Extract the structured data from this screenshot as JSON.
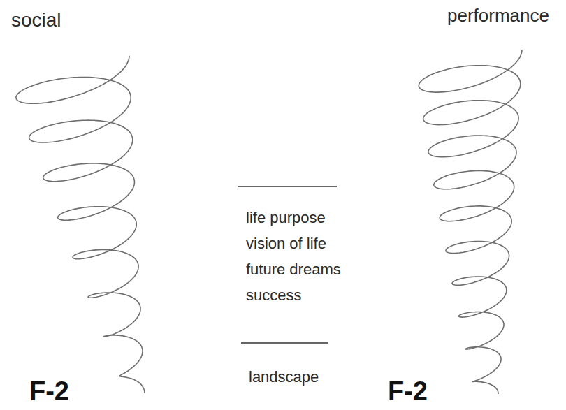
{
  "diagram": {
    "labels": [
      "social",
      "performance",
      "life purpose",
      "vision of life",
      "future dreams",
      "success",
      "landscape",
      "F-2",
      "F-2"
    ]
  }
}
